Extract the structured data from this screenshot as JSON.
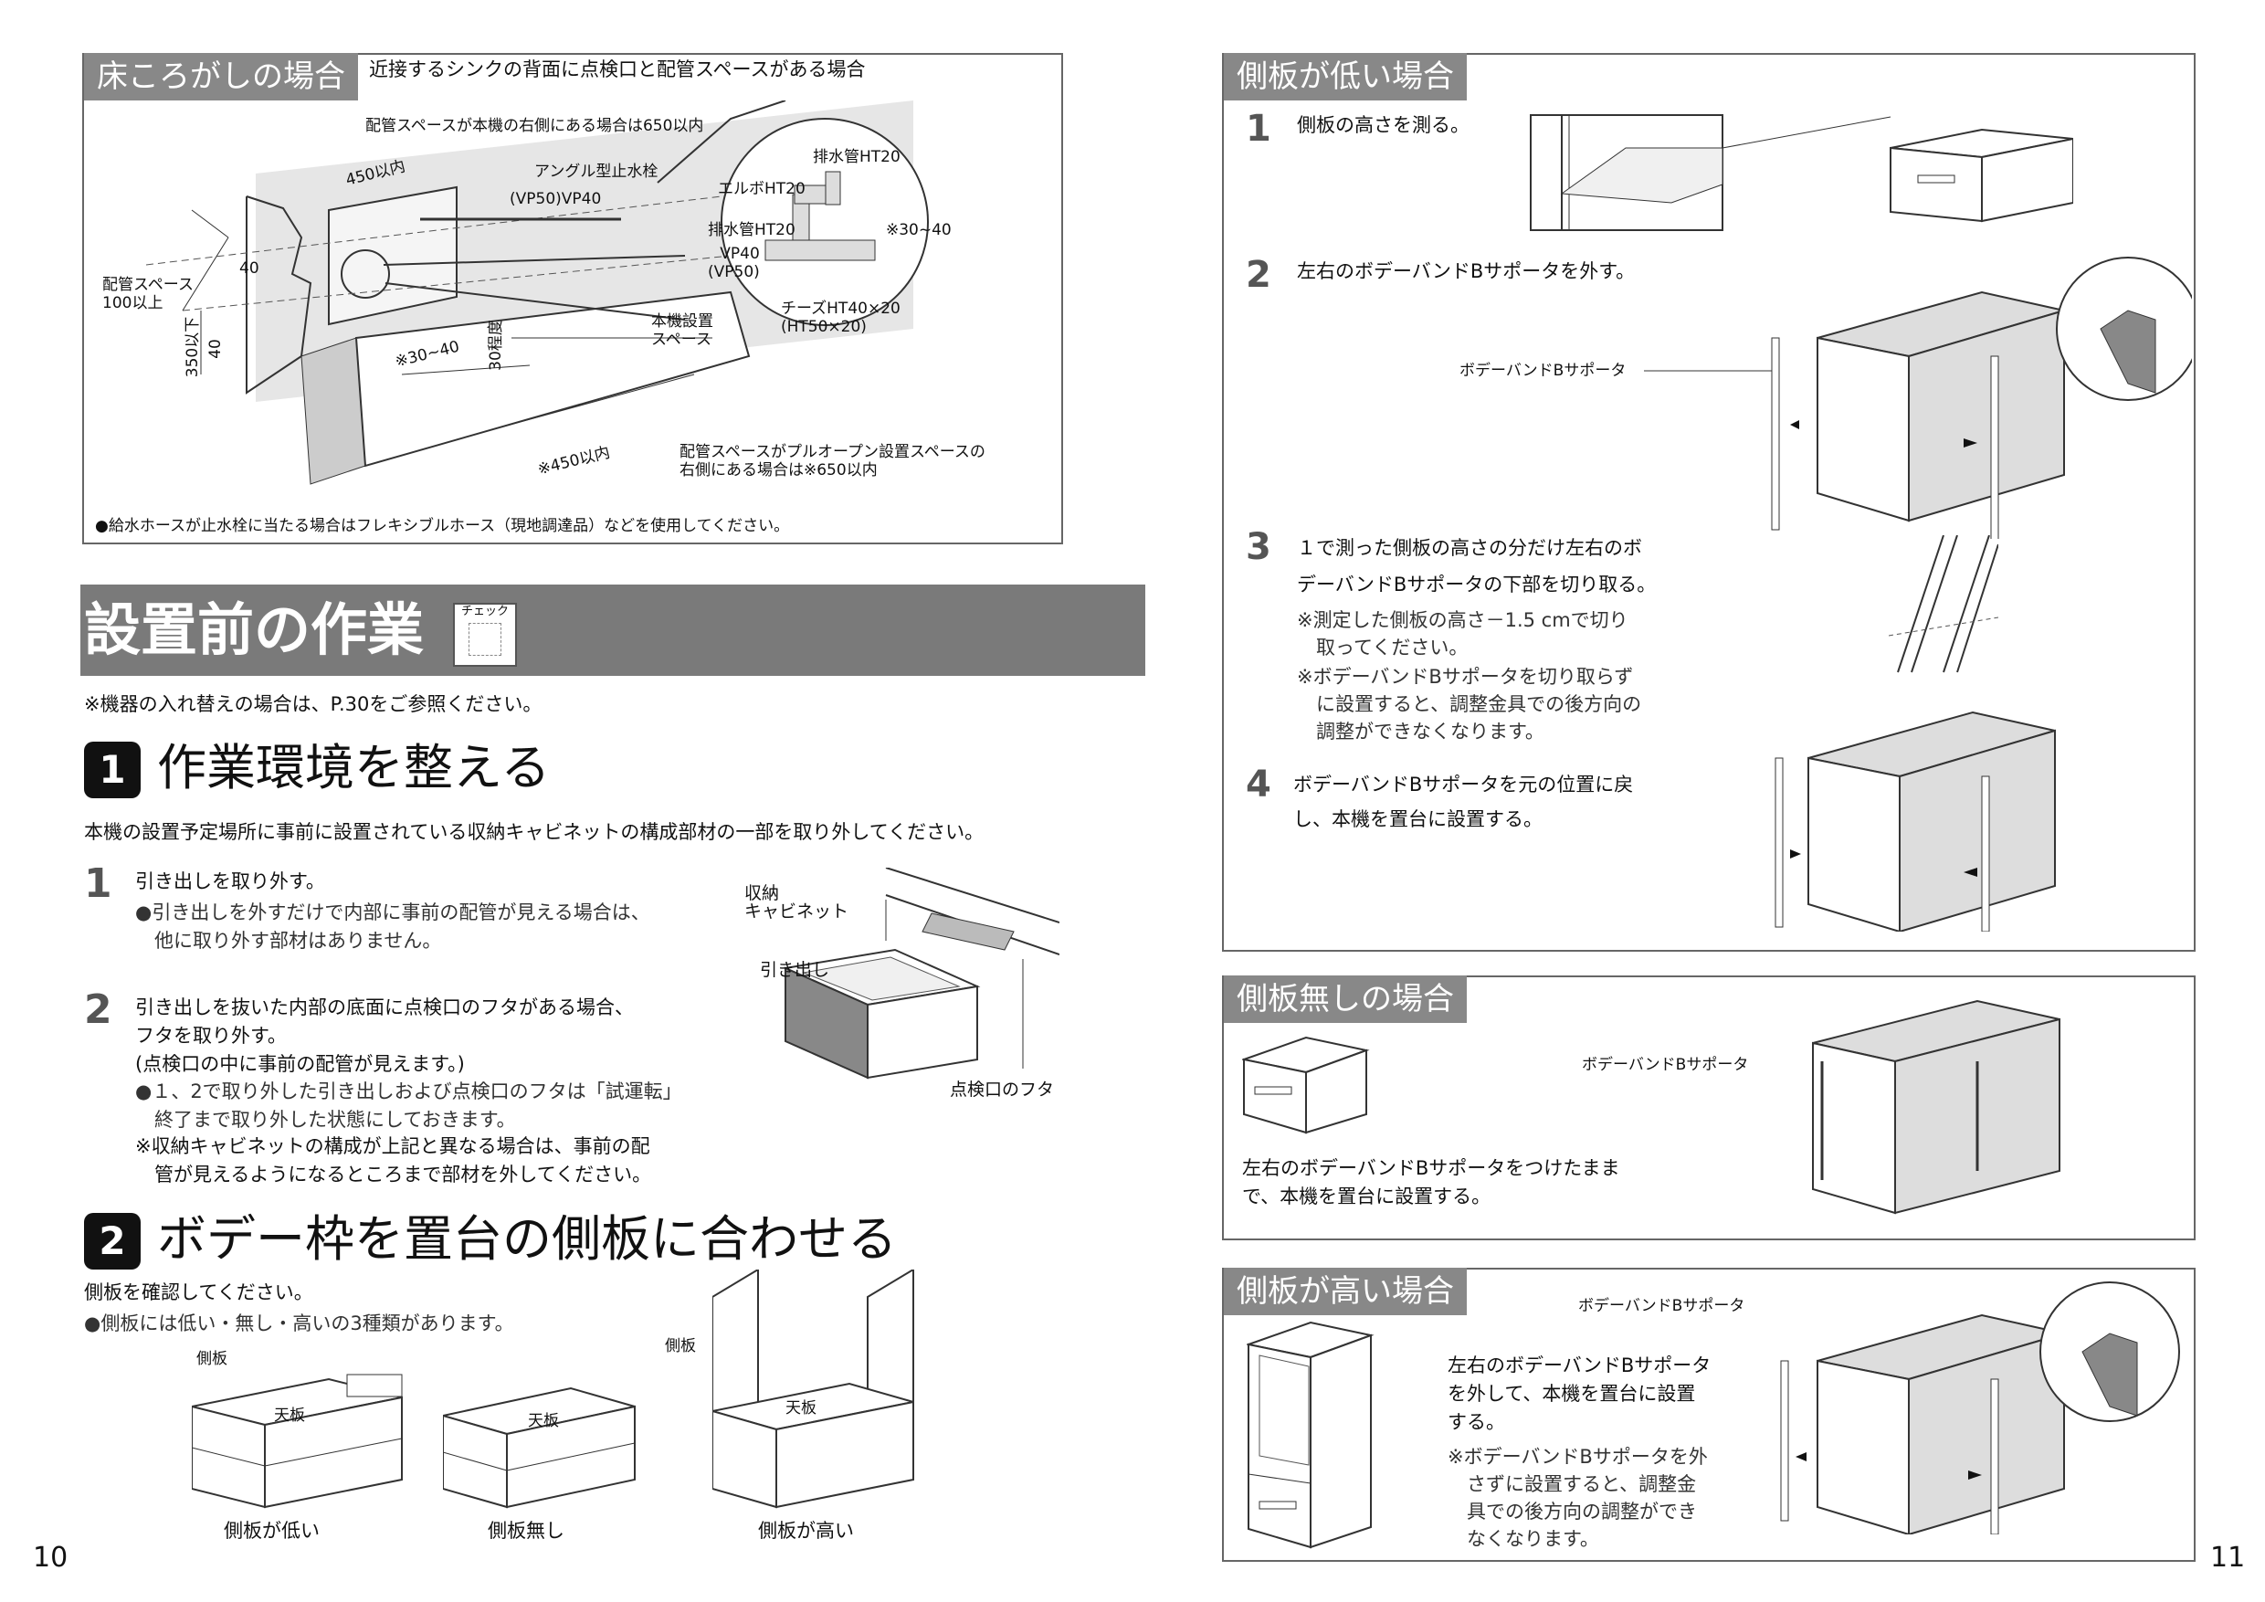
{
  "left": {
    "floor_box": {
      "tab": "床ころがしの場合",
      "subtitle": "近接するシンクの背面に点検口と配管スペースがある場合",
      "labels": {
        "pipe_right_650": "配管スペースが本機の右側にある場合は650以内",
        "angle_valve": "アングル型止水栓",
        "vp50_vp40": "(VP50)VP40",
        "d450": "450以内",
        "pipe_space": "配管スペース\n100以上",
        "d40a": "40",
        "d350": "350以下",
        "d40b": "40",
        "d30_40": "※30~40",
        "d30": "30程度",
        "install_space": "本機設置\nスペース",
        "d450b": "※450以内",
        "pullout_note": "配管スペースがプルオープン設置スペースの\n右側にある場合は※650以内",
        "drain_ht20_top": "排水管HT20",
        "elbow": "エルボHT20",
        "drain_ht20": "排水管HT20",
        "vp40_50": "VP40\n(VP50)",
        "d30_40b": "※30~40",
        "tees": "チーズHT40×20\n(HT50×20)"
      },
      "footnote": "●給水ホースが止水栓に当たる場合はフレキシブルホース（現地調達品）などを使用してください。"
    },
    "section_title": "設置前の作業",
    "check_label": "チェック",
    "replace_note": "※機器の入れ替えの場合は、P.30をご参照ください。",
    "h1": {
      "num": "1",
      "title": "作業環境を整える"
    },
    "h1_intro": "本機の設置予定場所に事前に設置されている収納キャビネットの構成部材の一部を取り外してください。",
    "step1": {
      "num": "1",
      "title": "引き出しを取り外す。",
      "note": "●引き出しを外すだけで内部に事前の配管が見える場合は、\n　他に取り外す部材はありません。"
    },
    "step2": {
      "num": "2",
      "title": "引き出しを抜いた内部の底面に点検口のフタがある場合、\nフタを取り外す。\n(点検口の中に事前の配管が見えます。)",
      "note1": "●１、2で取り外した引き出しおよび点検口のフタは「試運転」\n　終了まで取り外した状態にしておきます。",
      "note2": "※収納キャビネットの構成が上記と異なる場合は、事前の配\n　管が見えるようになるところまで部材を外してください。"
    },
    "cabinet_labels": {
      "cabinet": "収納\nキャビネット",
      "drawer": "引き出し",
      "lid": "点検口のフタ"
    },
    "h2": {
      "num": "2",
      "title": "ボデー枠を置台の側板に合わせる"
    },
    "h2_intro": "側板を確認してください。",
    "h2_note": "●側板には低い・無し・高いの3種類があります。",
    "types": {
      "side_label": "側板",
      "top_label": "天板",
      "low": "側板が低い",
      "none": "側板無し",
      "high": "側板が高い"
    },
    "page": "10"
  },
  "right": {
    "low_box": {
      "tab": "側板が低い場合",
      "s1": {
        "num": "1",
        "text": "側板の高さを測る。"
      },
      "s2": {
        "num": "2",
        "text": "左右のボデーバンドBサポータを外す。"
      },
      "supporter": "ボデーバンドBサポータ",
      "s3": {
        "num": "3",
        "text": "１で測った側板の高さの分だけ左右のボ\nデーバンドBサポータの下部を切り取る。"
      },
      "s3_note1": "※測定した側板の高さ－1.5 cmで切り\n　取ってください。",
      "s3_note2": "※ボデーバンドBサポータを切り取らず\n　に設置すると、調整金具での後方向の\n　調整ができなくなります。",
      "s4": {
        "num": "4",
        "text": "ボデーバンドBサポータを元の位置に戻\nし、本機を置台に設置する。"
      }
    },
    "none_box": {
      "tab": "側板無しの場合",
      "supporter": "ボデーバンドBサポータ",
      "text": "左右のボデーバンドBサポータをつけたまま\nで、本機を置台に設置する。"
    },
    "high_box": {
      "tab": "側板が高い場合",
      "supporter": "ボデーバンドBサポータ",
      "text": "左右のボデーバンドBサポータ\nを外して、本機を置台に設置\nする。",
      "note": "※ボデーバンドBサポータを外\n　さずに設置すると、調整金\n　具での後方向の調整ができ\n　なくなります。"
    },
    "page": "11"
  }
}
